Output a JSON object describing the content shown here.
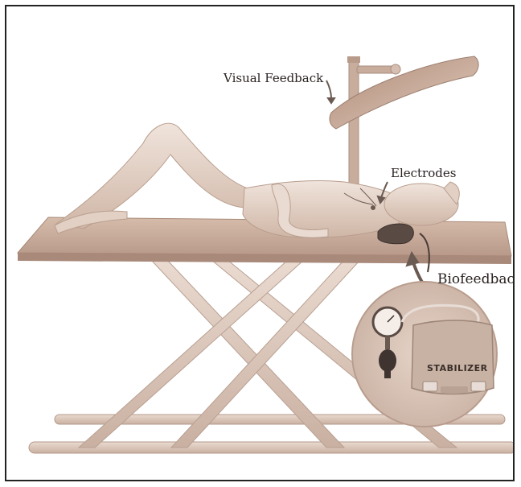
{
  "labels": {
    "visual_feedback": "Visual Feedback",
    "electrodes": "Electrodes",
    "biofeedback": "Biofeedback"
  },
  "device": {
    "brand_text": "STABILIZER"
  },
  "colors": {
    "table_top": "#c9ab99",
    "table_edge": "#a88a78",
    "legs": "#ddc8bb",
    "figure": "#e6d6cc",
    "arrow": "#6b5a52",
    "frame": "#222222"
  }
}
